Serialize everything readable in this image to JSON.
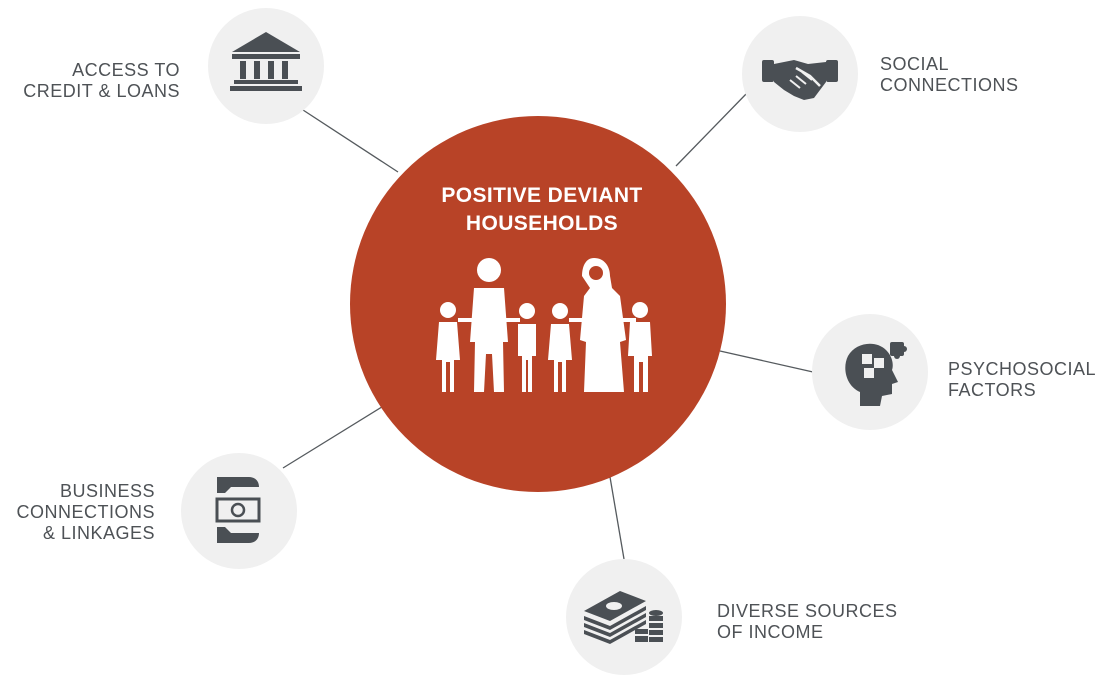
{
  "center": {
    "title_line1": "POSITIVE DEVIANT",
    "title_line2": "HOUSEHOLDS",
    "icon": "family-icon",
    "color": "#b84327"
  },
  "nodes": [
    {
      "id": "credit",
      "icon": "bank-icon",
      "line1": "ACCESS TO",
      "line2": "CREDIT & LOANS"
    },
    {
      "id": "social",
      "icon": "handshake-icon",
      "line1": "SOCIAL",
      "line2": "CONNECTIONS"
    },
    {
      "id": "psycho",
      "icon": "head-puzzle-icon",
      "line1": "PSYCHOSOCIAL",
      "line2": "FACTORS"
    },
    {
      "id": "income",
      "icon": "money-stack-icon",
      "line1": "DIVERSE SOURCES",
      "line2": "OF INCOME"
    },
    {
      "id": "business",
      "icon": "hands-money-icon",
      "line1": "BUSINESS",
      "line2": "CONNECTIONS",
      "line3": "& LINKAGES"
    }
  ],
  "colors": {
    "node_circle": "#f0f0f0",
    "icon": "#4a4f54",
    "text": "#4e5256",
    "connector": "#555a5e"
  }
}
